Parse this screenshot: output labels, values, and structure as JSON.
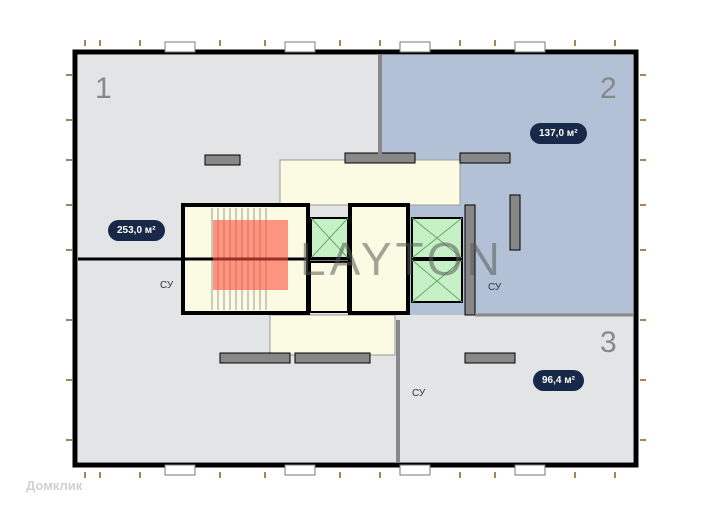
{
  "units": [
    {
      "number": "1",
      "area": "253,0 м²",
      "color": "#e3e4e6"
    },
    {
      "number": "2",
      "area": "137,0 м²",
      "color": "#b2c1d5"
    },
    {
      "number": "3",
      "area": "96,4 м²",
      "color": "#e3e4e6"
    }
  ],
  "bathroom_label": "СУ",
  "watermark": "LAYTON",
  "brand": "Домклик",
  "colors": {
    "core": "#fbfbe3",
    "elevator": "#c6f0c6",
    "pill": "#182848",
    "wall": "#000000",
    "radiator": "#8a5a2a"
  }
}
